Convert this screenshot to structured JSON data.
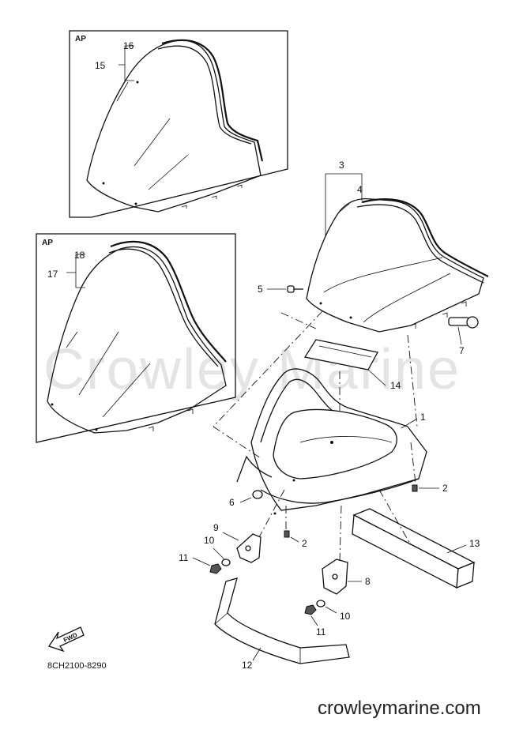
{
  "watermark": "Crowley Marine",
  "variant_label_top": "AP",
  "variant_label_bottom": "AP",
  "callouts": {
    "c1": "1",
    "c2a": "2",
    "c2b": "2",
    "c3": "3",
    "c4": "4",
    "c5": "5",
    "c6": "6",
    "c7": "7",
    "c8": "8",
    "c9": "9",
    "c10a": "10",
    "c10b": "10",
    "c11a": "11",
    "c11b": "11",
    "c12": "12",
    "c13": "13",
    "c14": "14",
    "c15": "15",
    "c16": "16",
    "c17": "17",
    "c18": "18"
  },
  "direction_label": "FWD",
  "diagram_code": "8CH2100-8290",
  "site": "crowleymarine.com"
}
